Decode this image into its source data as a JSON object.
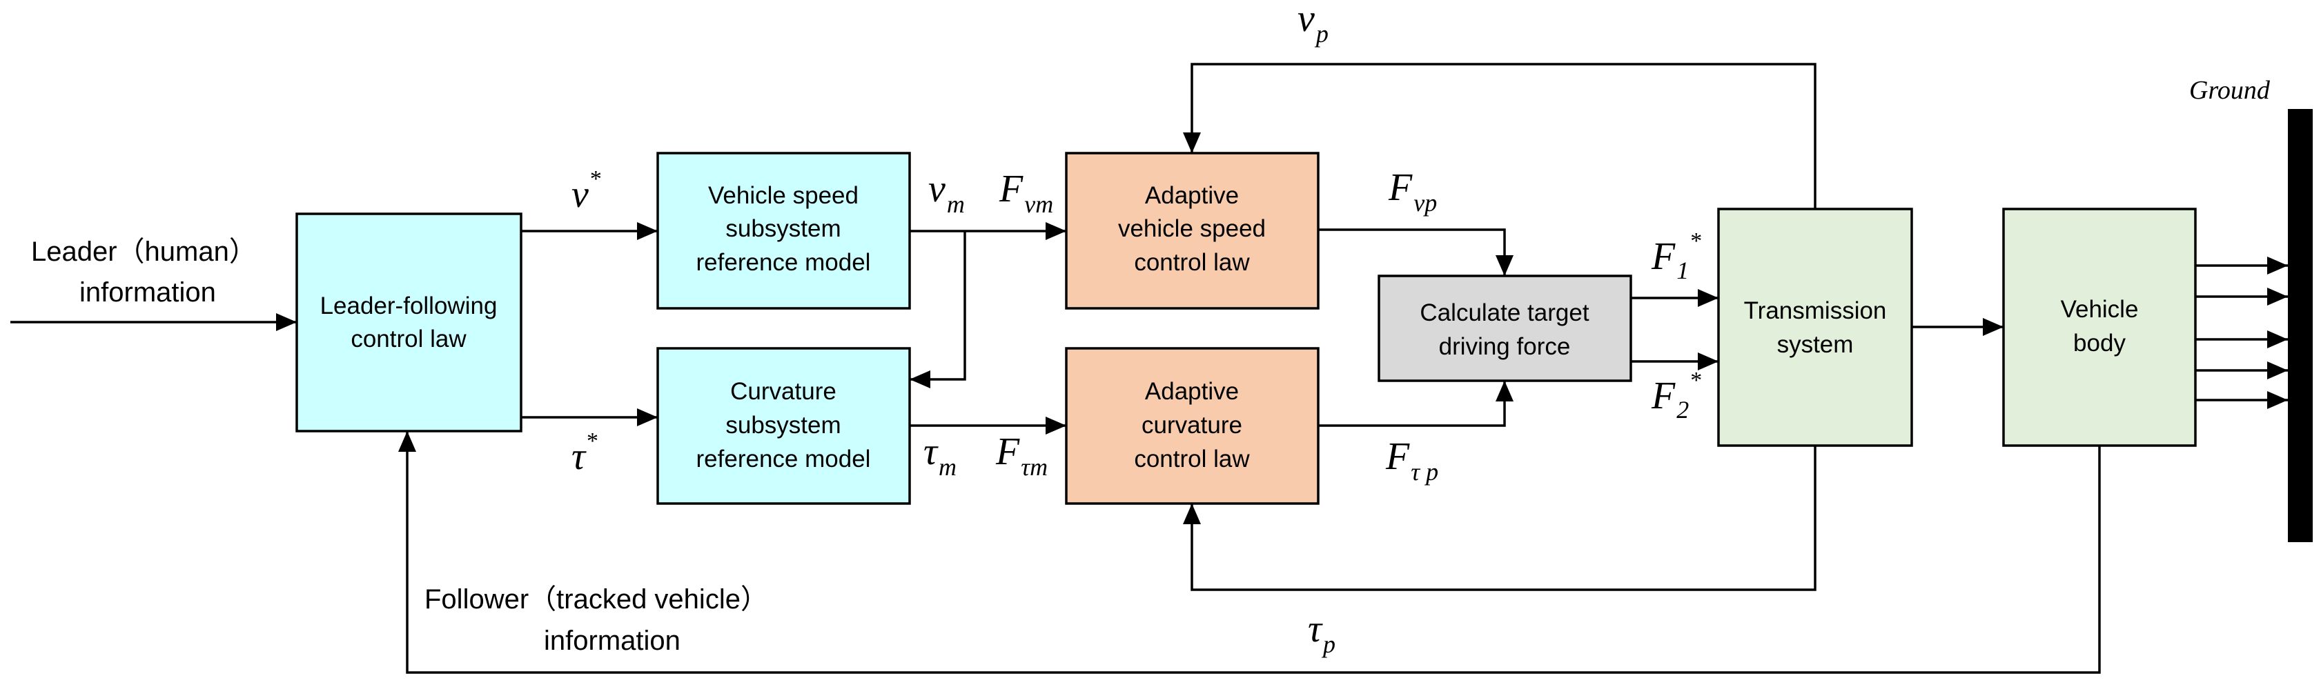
{
  "colors": {
    "reference": "#ccffff",
    "adaptive": "#f8cbad",
    "calc": "#d9d9d9",
    "plant": "#e2efda",
    "ground": "#000000"
  },
  "blocks": {
    "leader_following": [
      "Leader-following",
      "control law"
    ],
    "speed_reference": [
      "Vehicle speed",
      "subsystem",
      "reference model"
    ],
    "curvature_reference": [
      "Curvature",
      "subsystem",
      "reference model"
    ],
    "adaptive_speed": [
      "Adaptive",
      "vehicle speed",
      "control law"
    ],
    "adaptive_curvature": [
      "Adaptive",
      "curvature",
      "control law"
    ],
    "calc_force": [
      "Calculate target",
      "driving force"
    ],
    "transmission": [
      "Transmission",
      "system"
    ],
    "vehicle_body": [
      "Vehicle",
      "body"
    ]
  },
  "inputs": {
    "leader_info": [
      "Leader（human）",
      "information"
    ],
    "follower_info": [
      "Follower（tracked vehicle）",
      "information"
    ]
  },
  "symbols": {
    "v_star": {
      "base": "v",
      "sup": "*"
    },
    "tau_star": {
      "base": "τ",
      "sup": "*"
    },
    "v_m": {
      "base": "v",
      "sub": "m"
    },
    "tau_m": {
      "base": "τ",
      "sub": "m"
    },
    "F_vm": {
      "base": "F",
      "sub": "vm"
    },
    "F_tau_m": {
      "base": "F",
      "sub": "τm"
    },
    "F_vp": {
      "base": "F",
      "sub": "vp"
    },
    "F_tau_p": {
      "base": "F",
      "sub": "τ p"
    },
    "F1_star": {
      "base": "F",
      "sub": "1",
      "sup": "*"
    },
    "F2_star": {
      "base": "F",
      "sub": "2",
      "sup": "*"
    },
    "v_p": {
      "base": "v",
      "sub": "p"
    },
    "tau_p": {
      "base": "τ",
      "sub": "p"
    }
  },
  "ground_label": "Ground"
}
